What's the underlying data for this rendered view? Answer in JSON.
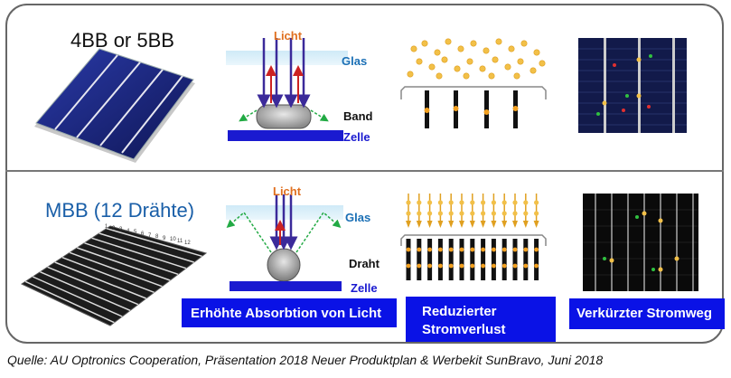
{
  "top_row": {
    "title": "4BB or 5BB",
    "licht": "Licht",
    "glas": "Glas",
    "band": "Band",
    "zelle": "Zelle"
  },
  "bottom_row": {
    "title": "MBB (12 Drähte)",
    "wire_numbers": [
      "1",
      "2",
      "3",
      "4",
      "5",
      "6",
      "7",
      "8",
      "9",
      "10",
      "11",
      "12"
    ],
    "licht": "Licht",
    "glas": "Glas",
    "draht": "Draht",
    "zelle": "Zelle",
    "box1": "Erhöhte Absorbtion von Licht",
    "box2_line1": "Reduzierter",
    "box2_line2": "Stromverlust",
    "box3": "Verkürzter Stromweg"
  },
  "caption": "Quelle: AU Optronics Cooperation, Präsentation 2018 Neuer Produktplan & Werbekit SunBravo, Juni 2018",
  "colors": {
    "blue_box": "#0a12e6",
    "cell_blue": "#1e2a8c",
    "ray_purple": "#3b2a9a",
    "ray_red": "#cc2222",
    "licht_orange": "#e07020",
    "glas_blue": "#1a6fb5",
    "zelle_blue": "#1a1ad0"
  }
}
